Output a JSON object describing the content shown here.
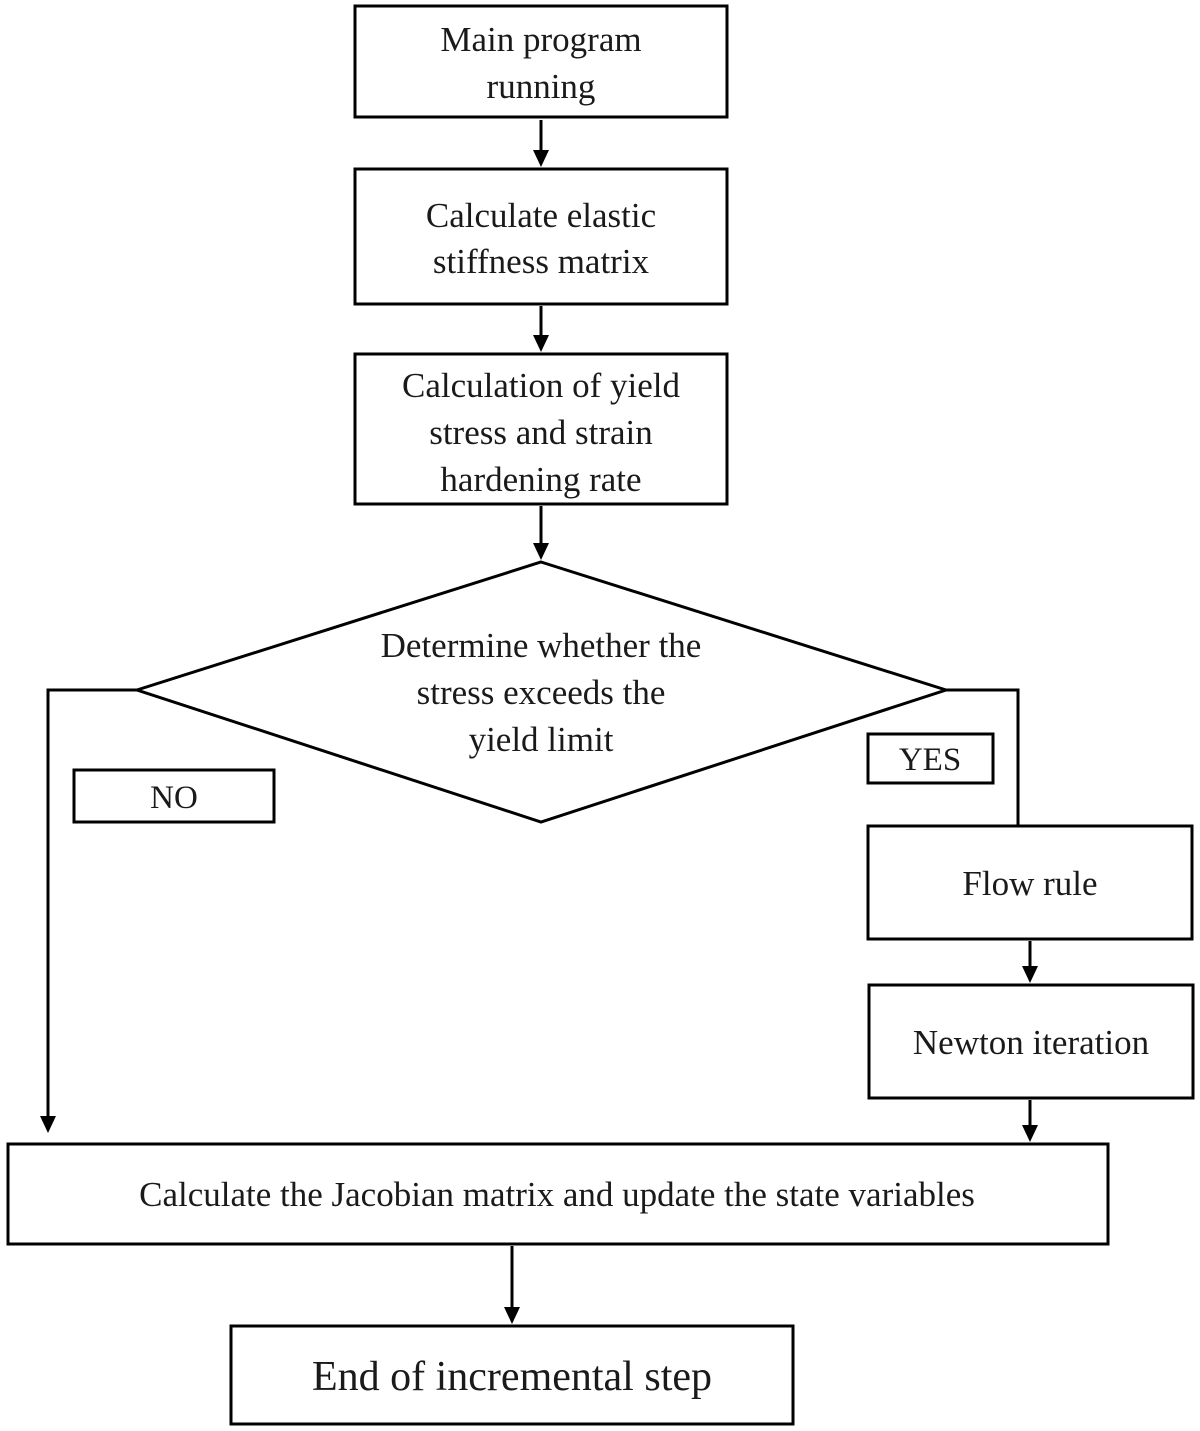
{
  "nodes": {
    "main_program": {
      "lines": [
        "Main program",
        "running"
      ]
    },
    "elastic_stiffness": {
      "lines": [
        "Calculate elastic",
        "stiffness matrix"
      ]
    },
    "yield_stress": {
      "lines": [
        "Calculation of yield",
        "stress and strain",
        "hardening rate"
      ]
    },
    "decision": {
      "lines": [
        "Determine whether the",
        "stress exceeds the",
        "yield limit"
      ]
    },
    "flow_rule": {
      "lines": [
        "Flow rule"
      ]
    },
    "newton_iteration": {
      "lines": [
        "Newton iteration"
      ]
    },
    "jacobian_update": {
      "lines": [
        "Calculate the Jacobian matrix and update the state variables"
      ]
    },
    "end_step": {
      "lines": [
        "End of incremental step"
      ]
    }
  },
  "branches": {
    "no_label": "NO",
    "yes_label": "YES"
  },
  "colors": {
    "stroke": "#000000",
    "text": "#1a1a1a",
    "background": "#ffffff"
  }
}
